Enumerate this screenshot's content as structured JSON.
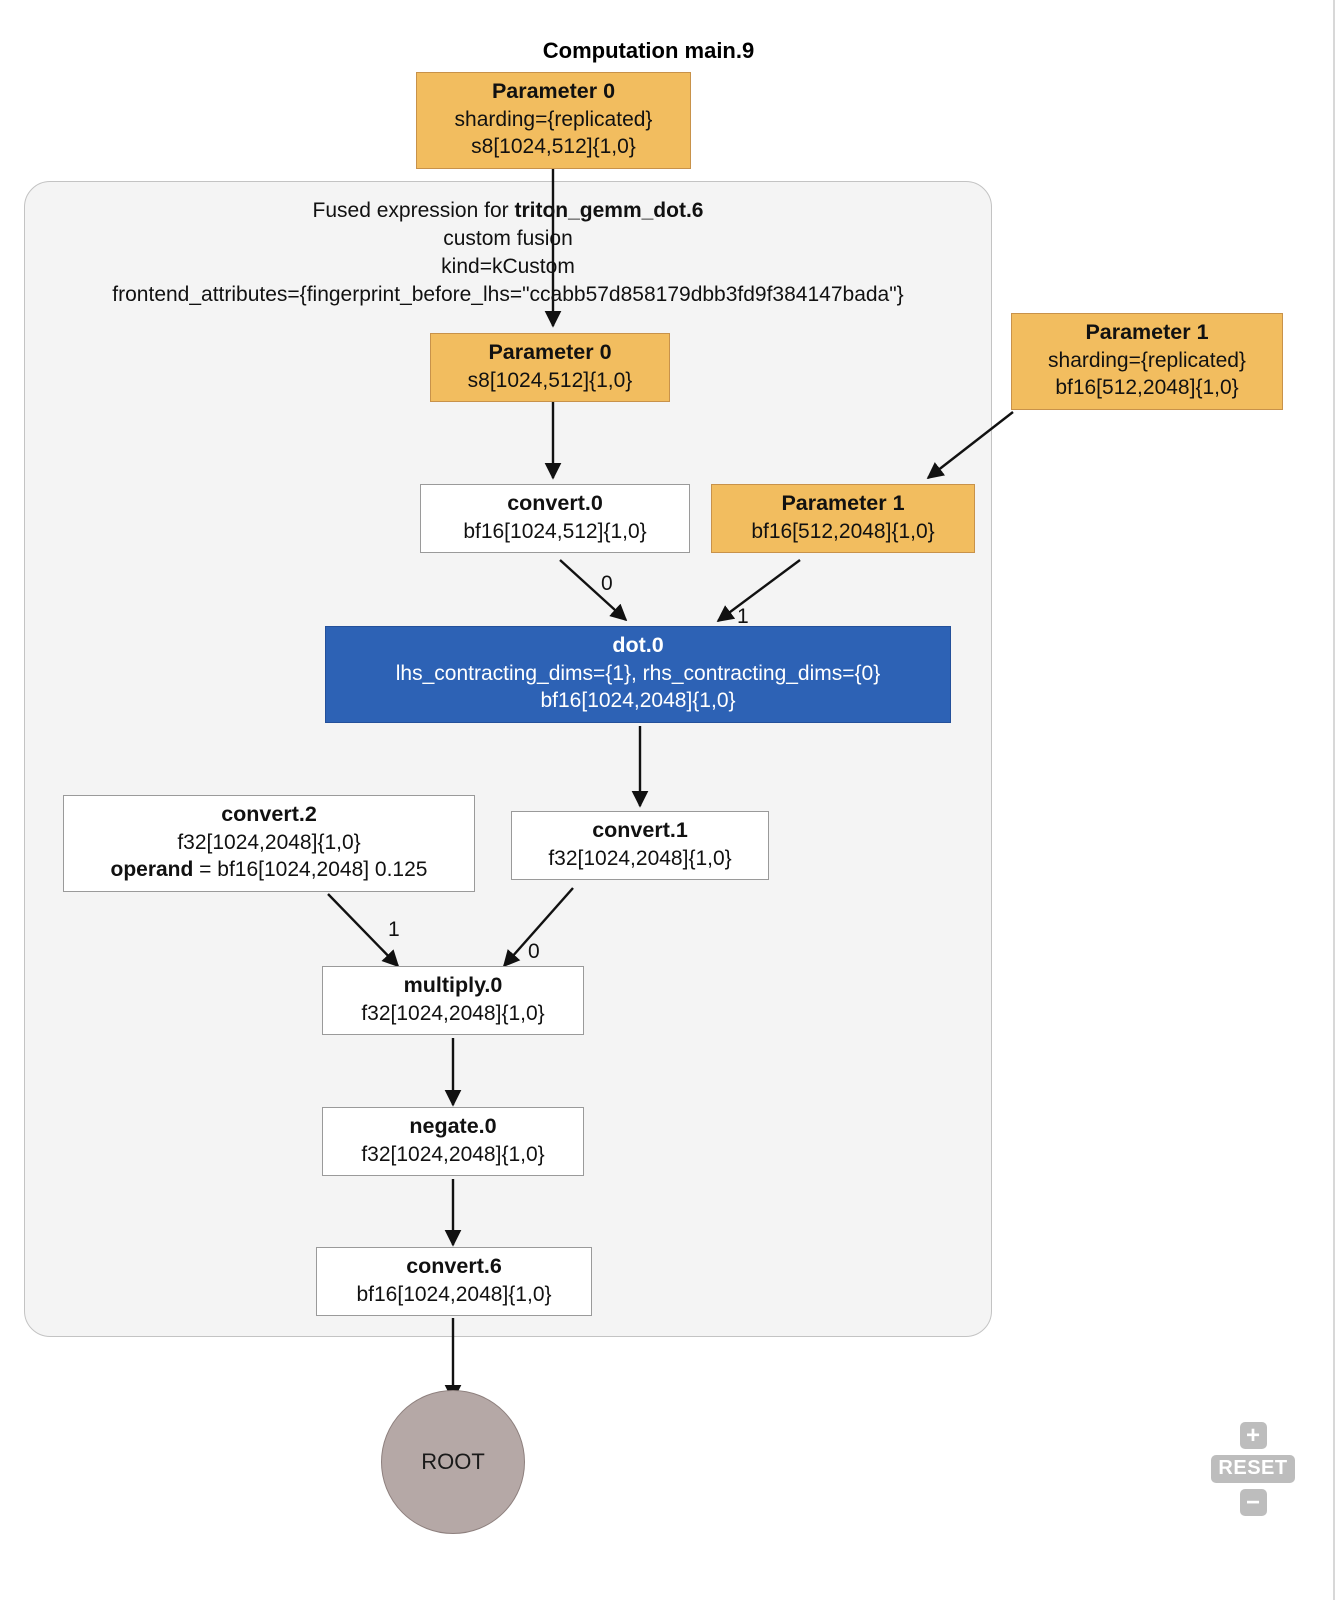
{
  "graph": {
    "computation_title": "Computation main.9",
    "fusion": {
      "caption_prefix": "Fused expression for ",
      "caption_name": "triton_gemm_dot.6",
      "line2": "custom fusion",
      "line3": "kind=kCustom",
      "line4": "frontend_attributes={fingerprint_before_lhs=\"ccabb57d858179dbb3fd9f384147bada\"}"
    },
    "nodes": {
      "outer_param0": {
        "title": "Parameter 0",
        "sub1": "sharding={replicated}",
        "sub2": "s8[1024,512]{1,0}"
      },
      "inner_param0": {
        "title": "Parameter 0",
        "sub1": "s8[1024,512]{1,0}"
      },
      "outer_param1": {
        "title": "Parameter 1",
        "sub1": "sharding={replicated}",
        "sub2": "bf16[512,2048]{1,0}"
      },
      "inner_param1": {
        "title": "Parameter 1",
        "sub1": "bf16[512,2048]{1,0}"
      },
      "convert0": {
        "title": "convert.0",
        "sub1": "bf16[1024,512]{1,0}"
      },
      "dot0": {
        "title": "dot.0",
        "sub1": "lhs_contracting_dims={1}, rhs_contracting_dims={0}",
        "sub2": "bf16[1024,2048]{1,0}"
      },
      "convert2": {
        "title": "convert.2",
        "sub1": "f32[1024,2048]{1,0}",
        "operand_label": "operand",
        "operand_value": " = bf16[1024,2048] 0.125"
      },
      "convert1": {
        "title": "convert.1",
        "sub1": "f32[1024,2048]{1,0}"
      },
      "multiply0": {
        "title": "multiply.0",
        "sub1": "f32[1024,2048]{1,0}"
      },
      "negate0": {
        "title": "negate.0",
        "sub1": "f32[1024,2048]{1,0}"
      },
      "convert6": {
        "title": "convert.6",
        "sub1": "bf16[1024,2048]{1,0}"
      },
      "root": {
        "label": "ROOT"
      }
    },
    "edge_labels": {
      "convert0_to_dot0": "0",
      "param1_to_dot0": "1",
      "convert2_to_multiply": "1",
      "convert1_to_multiply": "0"
    },
    "colors": {
      "parameter_fill": "#f2bd5f",
      "dot_fill": "#2d62b5",
      "root_fill": "#b5a8a6",
      "fusion_fill": "#f4f4f4",
      "node_fill": "#ffffff"
    }
  },
  "controls": {
    "zoom_in": "+",
    "reset": "RESET",
    "zoom_out": "−"
  }
}
